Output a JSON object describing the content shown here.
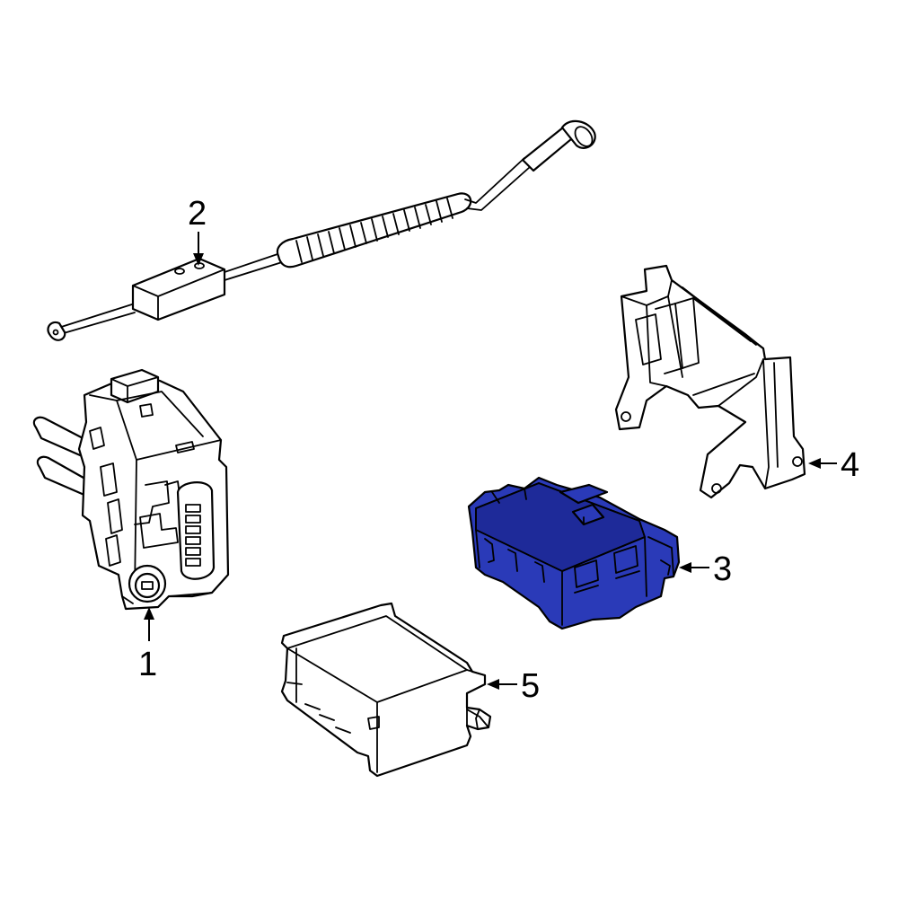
{
  "diagram": {
    "colors": {
      "highlight": "#2a3ab8",
      "highlight_dark": "#1e2a99",
      "line": "#000000",
      "background": "#ffffff"
    },
    "callouts": [
      {
        "id": "1",
        "label": "1"
      },
      {
        "id": "2",
        "label": "2"
      },
      {
        "id": "3",
        "label": "3"
      },
      {
        "id": "4",
        "label": "4"
      },
      {
        "id": "5",
        "label": "5"
      }
    ],
    "highlighted_part": "3"
  }
}
